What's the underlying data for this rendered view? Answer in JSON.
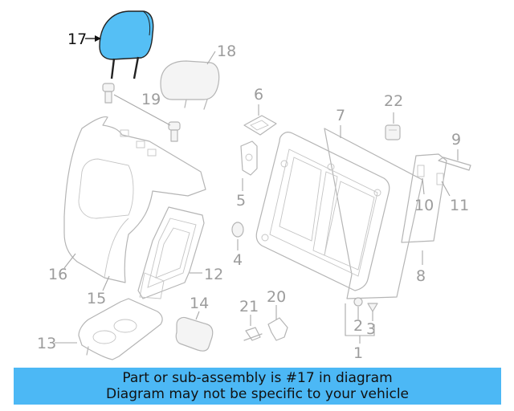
{
  "diagram": {
    "highlight_color": "#55bff5",
    "highlighted_part": "17",
    "callouts": [
      {
        "id": "c17",
        "label": "17"
      },
      {
        "id": "c18",
        "label": "18"
      },
      {
        "id": "c19",
        "label": "19"
      },
      {
        "id": "c6",
        "label": "6"
      },
      {
        "id": "c7",
        "label": "7"
      },
      {
        "id": "c22",
        "label": "22"
      },
      {
        "id": "c9",
        "label": "9"
      },
      {
        "id": "c5",
        "label": "5"
      },
      {
        "id": "c10",
        "label": "10"
      },
      {
        "id": "c11",
        "label": "11"
      },
      {
        "id": "c16",
        "label": "16"
      },
      {
        "id": "c4",
        "label": "4"
      },
      {
        "id": "c12",
        "label": "12"
      },
      {
        "id": "c8",
        "label": "8"
      },
      {
        "id": "c15",
        "label": "15"
      },
      {
        "id": "c14",
        "label": "14"
      },
      {
        "id": "c21",
        "label": "21"
      },
      {
        "id": "c20",
        "label": "20"
      },
      {
        "id": "c13",
        "label": "13"
      },
      {
        "id": "c2",
        "label": "2"
      },
      {
        "id": "c3",
        "label": "3"
      },
      {
        "id": "c1",
        "label": "1"
      }
    ]
  },
  "footer": {
    "background": "#4cb8f5",
    "line1": "Part or sub-assembly is #17 in diagram",
    "line2": "Diagram may not be specific to your vehicle"
  }
}
